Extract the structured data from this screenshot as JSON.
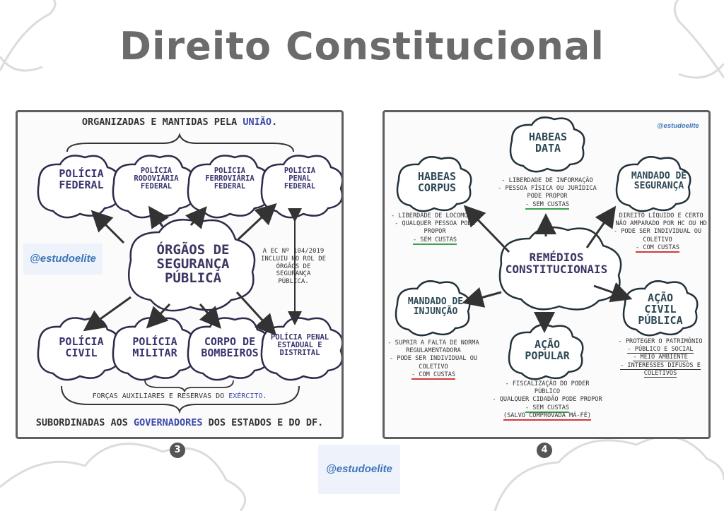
{
  "title": "Direito Constitucional",
  "left": {
    "top_caption_prefix": "ORGANIZADAS E MANTIDAS PELA ",
    "top_caption_highlight": "UNIÃO",
    "top_caption_suffix": ".",
    "center": "ÓRGÃOS DE SEGURANÇA PÚBLICA",
    "nodes": {
      "pf": "POLÍCIA FEDERAL",
      "prf": "POLÍCIA RODOVIÁRIA FEDERAL",
      "pff": "POLÍCIA FERROVIÁRIA FEDERAL",
      "ppf": "POLÍCIA PENAL FEDERAL",
      "pc": "POLÍCIA CIVIL",
      "pm": "POLÍCIA MILITAR",
      "cb": "CORPO DE BOMBEIROS",
      "ppe": "POLÍCIA PENAL ESTADUAL E DISTRITAL"
    },
    "ec_note": "A EC Nº 104/2019 INCLUIU NO ROL DE ÓRGÃOS DE SEGURANÇA PÚBLICA.",
    "forces_prefix": "FORÇAS AUXILIARES E RESERVAS DO ",
    "forces_highlight": "EXÉRCITO",
    "forces_suffix": ".",
    "bottom_prefix": "SUBORDINADAS AOS ",
    "bottom_highlight": "GOVERNADORES",
    "bottom_suffix": " DOS ESTADOS E DO DF.",
    "handle": "@estudoelite"
  },
  "right": {
    "handle": "@estudoelite",
    "center": "REMÉDIOS CONSTITUCIONAIS",
    "habeas_corpus": {
      "title": "HABEAS CORPUS",
      "items": [
        "- LIBERDADE DE LOCOMOÇÃO",
        "- QUALQUER PESSOA PODE PROPOR",
        "- SEM CUSTAS"
      ]
    },
    "habeas_data": {
      "title": "HABEAS DATA",
      "items": [
        "- LIBERDADE DE INFORMAÇÃO",
        "- PESSOA FÍSICA OU JURÍDICA PODE PROPOR",
        "- SEM CUSTAS"
      ]
    },
    "mandado_seguranca": {
      "title": "MANDADO DE SEGURANÇA",
      "items": [
        "- DIREITO LÍQUIDO E CERTO",
        "- NÃO AMPARADO POR HC OU HD",
        "- PODE SER INDIVIDUAL OU COLETIVO",
        "- COM CUSTAS"
      ]
    },
    "mandado_injuncao": {
      "title": "MANDADO DE INJUNÇÃO",
      "items": [
        "- SUPRIR A FALTA DE NORMA REGULAMENTADORA",
        "- PODE SER INDIVIDUAL OU COLETIVO",
        "- COM CUSTAS"
      ]
    },
    "acao_popular": {
      "title": "AÇÃO POPULAR",
      "items": [
        "- FISCALIZAÇÃO DO PODER PÚBLICO",
        "- QUALQUER CIDADÃO PODE PROPOR",
        "- SEM CUSTAS",
        "(SALVO COMPROVADA MÁ-FÉ)"
      ]
    },
    "acao_civil": {
      "title": "AÇÃO CIVIL PÚBLICA",
      "items": [
        "- PROTEGER O PATRIMÔNIO",
        "- PÚBLICO E SOCIAL",
        "- MEIO AMBIENTE",
        "- INTERESSES DIFUSOS E COLETIVOS"
      ]
    }
  },
  "page_numbers": [
    "3",
    "4"
  ],
  "footer_handle": "@estudoelite",
  "colors": {
    "title_gray": "#6b6b6b",
    "navy_text": "#3a3570",
    "handle_blue": "#3f74b8",
    "green_underline": "#3aa04a",
    "red_underline": "#d23a3a"
  }
}
